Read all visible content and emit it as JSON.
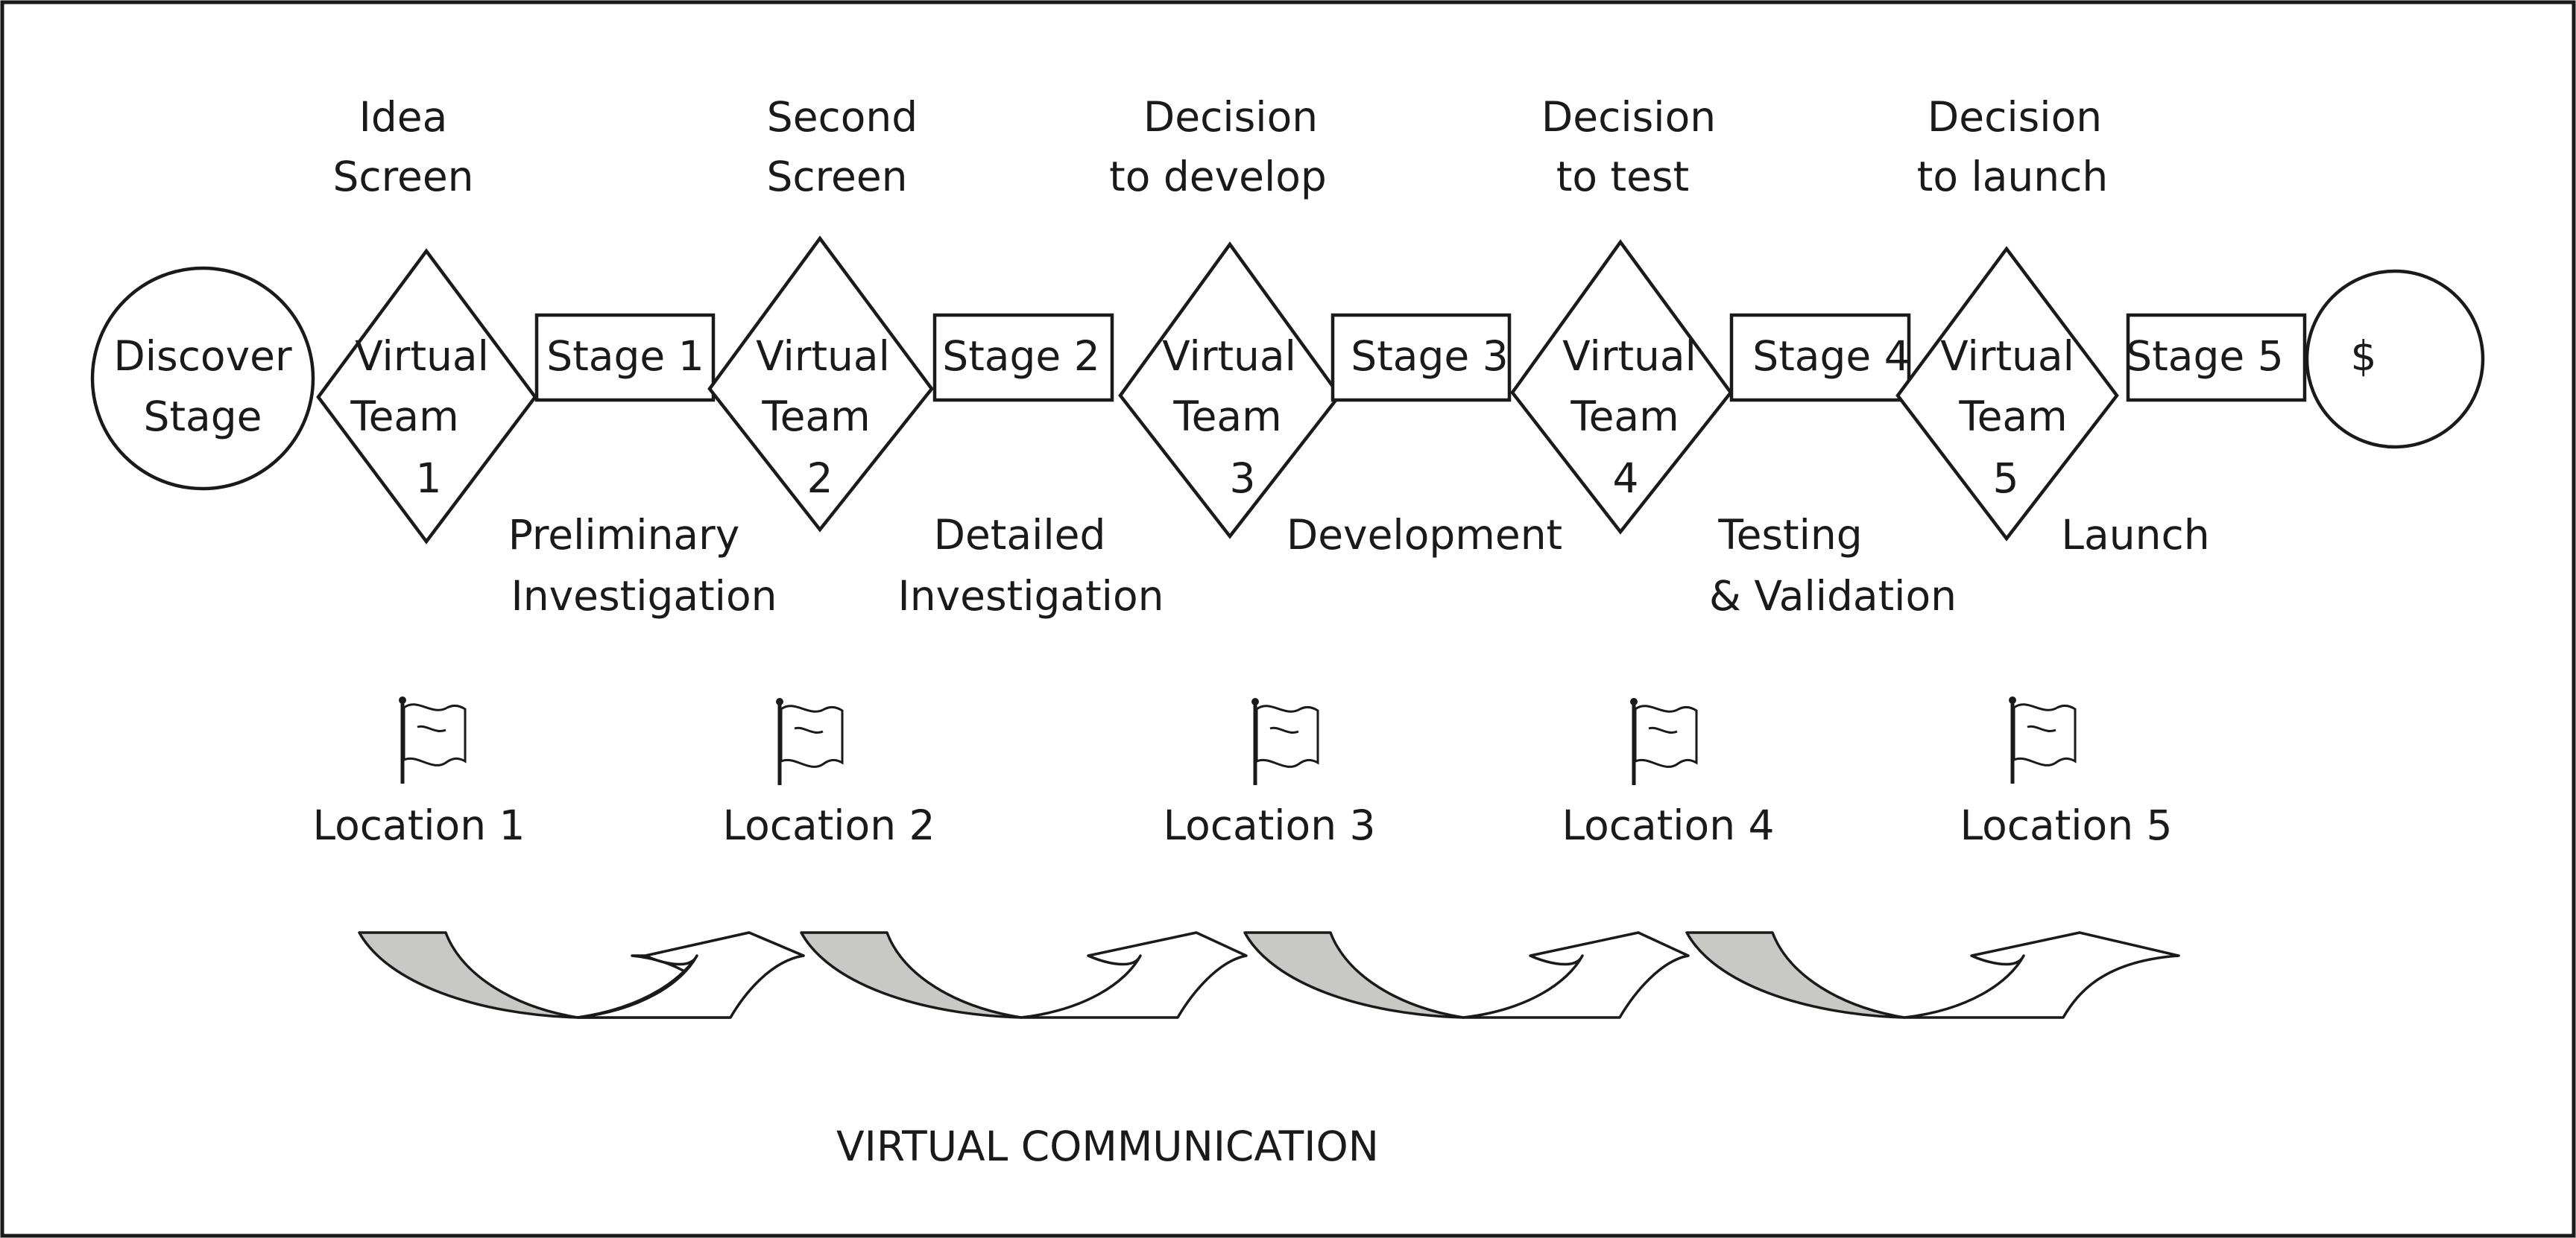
{
  "start_node": {
    "line1": "Discover",
    "line2": "Stage"
  },
  "end_node": {
    "label": "$"
  },
  "gates": [
    {
      "top1": "Idea",
      "top2": "Screen",
      "team1": "Virtual",
      "team2": "Team",
      "team3": "1"
    },
    {
      "top1": "Second",
      "top2": "Screen",
      "team1": "Virtual",
      "team2": "Team",
      "team3": "2"
    },
    {
      "top1": "Decision",
      "top2": "to develop",
      "team1": "Virtual",
      "team2": "Team",
      "team3": "3"
    },
    {
      "top1": "Decision",
      "top2": "to test",
      "team1": "Virtual",
      "team2": "Team",
      "team3": "4"
    },
    {
      "top1": "Decision",
      "top2": "to launch",
      "team1": "Virtual",
      "team2": "Team",
      "team3": "5"
    }
  ],
  "stages": [
    {
      "label": "Stage 1",
      "desc1": "Preliminary",
      "desc2": "Investigation"
    },
    {
      "label": "Stage 2",
      "desc1": "Detailed",
      "desc2": "Investigation"
    },
    {
      "label": "Stage 3",
      "desc1": "Development",
      "desc2": ""
    },
    {
      "label": "Stage 4",
      "desc1": "Testing",
      "desc2": "& Validation"
    },
    {
      "label": "Stage 5",
      "desc1": "Launch",
      "desc2": ""
    }
  ],
  "locations": [
    {
      "label": "Location 1",
      "icon": "flag-icon"
    },
    {
      "label": "Location 2",
      "icon": "flag-icon"
    },
    {
      "label": "Location 3",
      "icon": "flag-icon"
    },
    {
      "label": "Location 4",
      "icon": "flag-icon"
    },
    {
      "label": "Location 5",
      "icon": "flag-icon"
    }
  ],
  "communication": {
    "label": "VIRTUAL COMMUNICATION"
  },
  "colors": {
    "stroke": "#1a1a1a",
    "arrow_fill_grey": "#c8c9c4",
    "background": "#ffffff"
  }
}
